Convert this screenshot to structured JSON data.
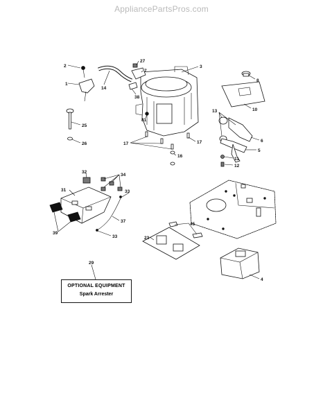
{
  "watermark": "AppliancePartsPros.com",
  "callouts": [
    {
      "id": "c2",
      "text": "2"
    },
    {
      "id": "c27",
      "text": "27"
    },
    {
      "id": "c3",
      "text": "3"
    },
    {
      "id": "c7",
      "text": "7"
    },
    {
      "id": "c1",
      "text": "1"
    },
    {
      "id": "c14",
      "text": "14"
    },
    {
      "id": "c38",
      "text": "38"
    },
    {
      "id": "c8",
      "text": "8"
    },
    {
      "id": "c10",
      "text": "10"
    },
    {
      "id": "c81",
      "text": "81"
    },
    {
      "id": "c25",
      "text": "25"
    },
    {
      "id": "c13",
      "text": "13"
    },
    {
      "id": "c6",
      "text": "6"
    },
    {
      "id": "c26",
      "text": "26"
    },
    {
      "id": "c17a",
      "text": "17"
    },
    {
      "id": "c17b",
      "text": "17"
    },
    {
      "id": "c5",
      "text": "5"
    },
    {
      "id": "c16",
      "text": "16"
    },
    {
      "id": "c11",
      "text": "11"
    },
    {
      "id": "c12",
      "text": "12"
    },
    {
      "id": "c32",
      "text": "32"
    },
    {
      "id": "c34",
      "text": "34"
    },
    {
      "id": "c31",
      "text": "31"
    },
    {
      "id": "c33a",
      "text": "33"
    },
    {
      "id": "c37",
      "text": "37"
    },
    {
      "id": "c39",
      "text": "39"
    },
    {
      "id": "c33b",
      "text": "33"
    },
    {
      "id": "c45",
      "text": "45"
    },
    {
      "id": "c23",
      "text": "23"
    },
    {
      "id": "c4",
      "text": "4"
    },
    {
      "id": "c29",
      "text": "29"
    }
  ],
  "optional_box": {
    "title": "OPTIONAL EQUIPMENT",
    "subtitle": "Spark Arrester"
  }
}
